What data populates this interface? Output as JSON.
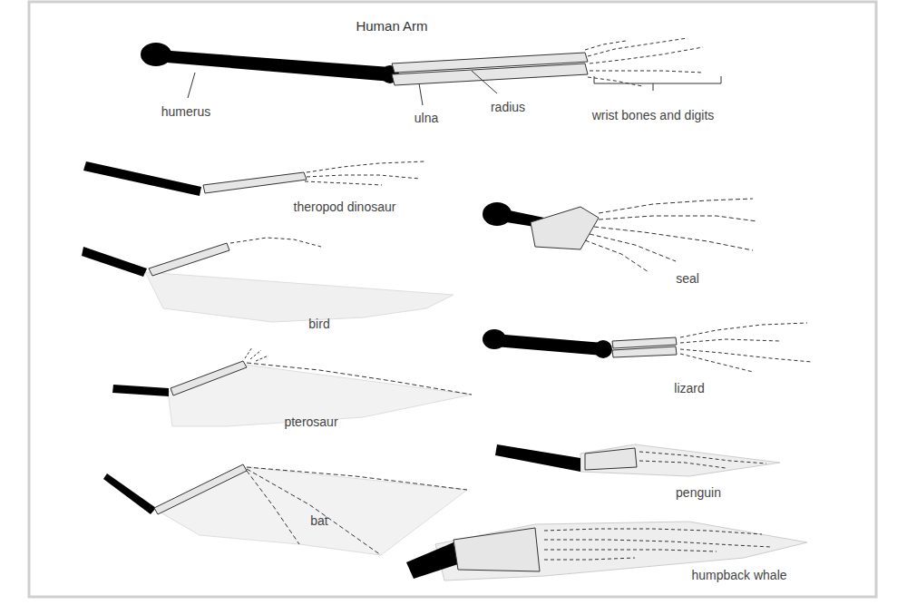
{
  "diagram": {
    "title": "Human Arm",
    "labels": [
      "humerus",
      "ulna",
      "radius",
      "wrist bones and digits",
      "theropod dinosaur",
      "seal",
      "bird",
      "lizard",
      "pterosaur",
      "penguin",
      "bat",
      "humpback whale"
    ]
  }
}
